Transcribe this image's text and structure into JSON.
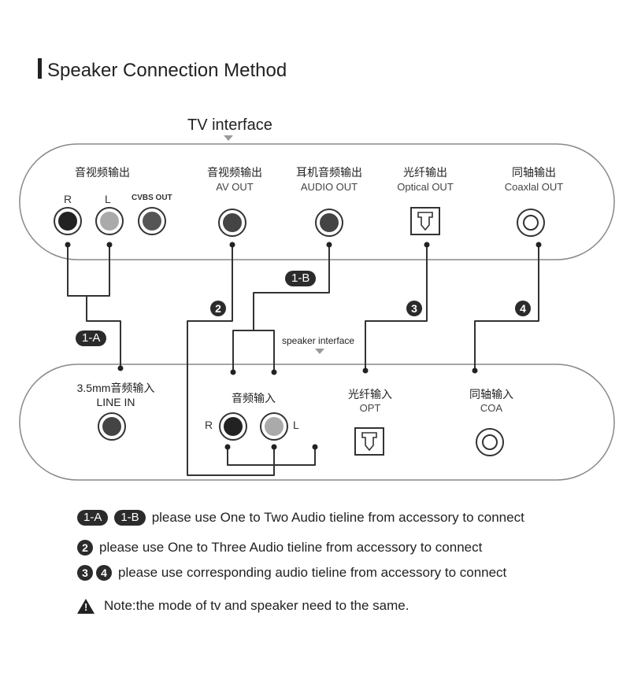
{
  "title": "Speaker Connection Method",
  "tv": {
    "label": "TV interface",
    "ports": [
      {
        "cn": "音视频输出",
        "en": ""
      },
      {
        "cn": "音视频输出",
        "en": "AV OUT"
      },
      {
        "cn": "耳机音频输出",
        "en": "AUDIO OUT"
      },
      {
        "cn": "光纤输出",
        "en": "Optical OUT"
      },
      {
        "cn": "同轴输出",
        "en": "Coaxlal OUT"
      }
    ],
    "r": "R",
    "l": "L",
    "cvbs": "CVBS OUT"
  },
  "speaker": {
    "label": "speaker interface",
    "ports": [
      {
        "cn": "3.5mm音频输入",
        "en": "LINE IN"
      },
      {
        "cn": "音频输入",
        "en": ""
      },
      {
        "cn": "光纤输入",
        "en": "OPT"
      },
      {
        "cn": "同轴输入",
        "en": "COA"
      }
    ],
    "r": "R",
    "l": "L"
  },
  "markers": {
    "one_a": "1-A",
    "one_b": "1-B",
    "two": "2",
    "three": "3",
    "four": "4"
  },
  "legend": {
    "row1_text": "please use One to Two Audio tieline from accessory to connect",
    "row2_text": "please use One to Three Audio tieline from accessory to connect",
    "row3_text": "please use corresponding audio tieline from accessory to connect",
    "note": "Note:the mode of tv and speaker need to the same."
  }
}
